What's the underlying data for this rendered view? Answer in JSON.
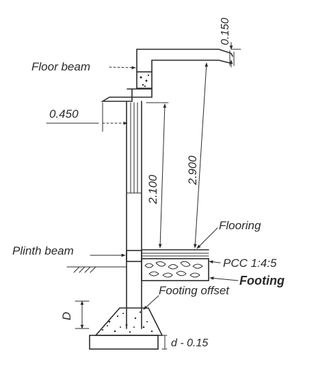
{
  "labels": {
    "floor_beam": "Floor beam",
    "plinth_beam": "Plinth beam",
    "flooring": "Flooring",
    "pcc": "PCC 1:4:5",
    "footing": "Footing",
    "footing_offset": "Footing offset"
  },
  "dimensions": {
    "slab_thickness": "0.150",
    "projection": "0.450",
    "window_height": "2.100",
    "floor_height": "2.900",
    "depth_symbol": "D",
    "offset_depth": "d - 0.15"
  },
  "colors": {
    "ink": "#2a2a2a",
    "paper": "#ffffff"
  }
}
